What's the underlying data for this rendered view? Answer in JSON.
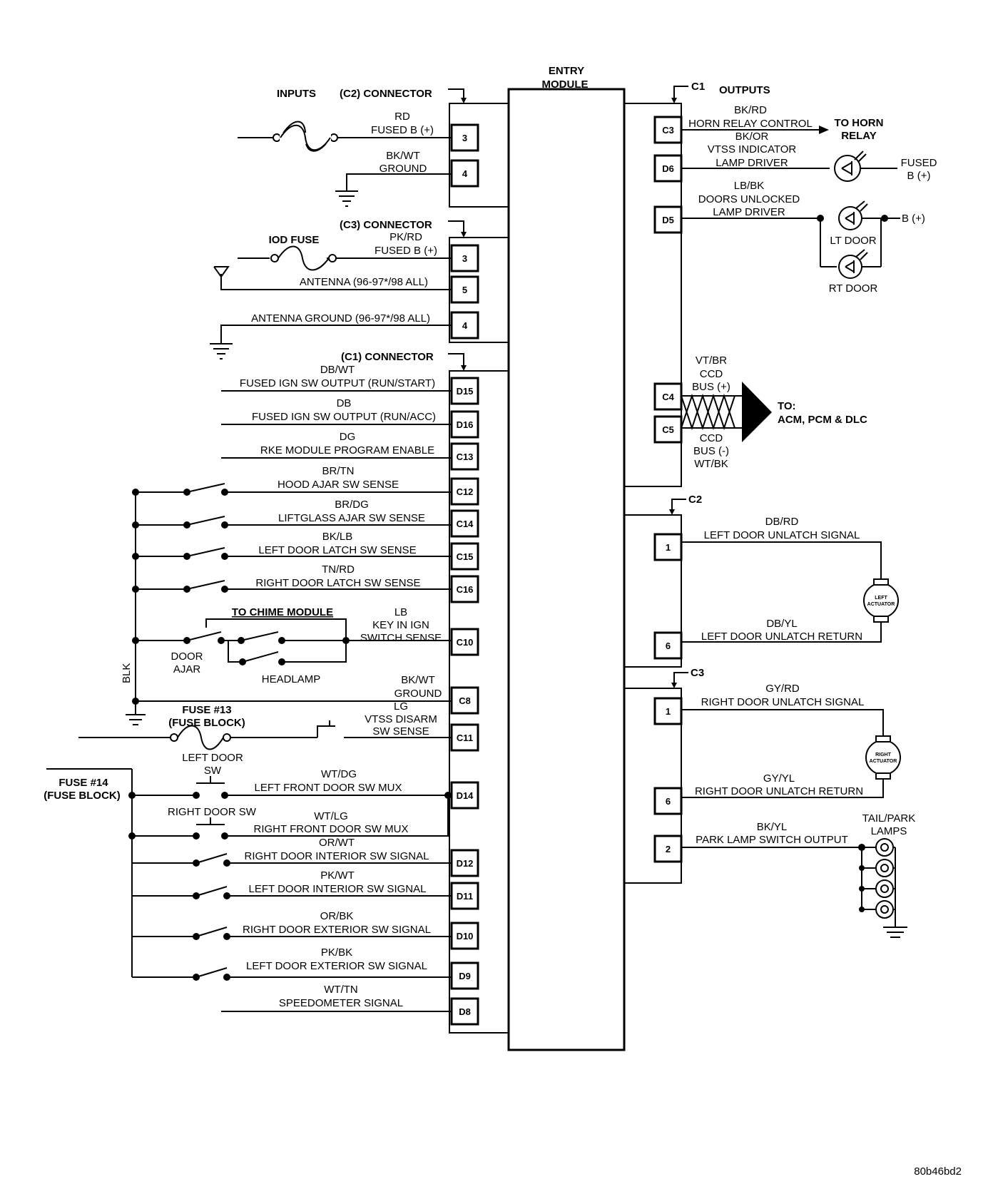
{
  "module": {
    "title_line1": "ENTRY",
    "title_line2": "MODULE"
  },
  "headers": {
    "inputs": "INPUTS",
    "c2_connector": "(C2) CONNECTOR",
    "c3_connector": "(C3) CONNECTOR",
    "c1_connector": "(C1) CONNECTOR",
    "outputs": "OUTPUTS",
    "c1": "C1",
    "c2": "C2",
    "c3": "C3",
    "iod_fuse": "IOD FUSE"
  },
  "inputs_c2": [
    {
      "pin": "3",
      "color": "RD",
      "function": "FUSED B (+)"
    },
    {
      "pin": "4",
      "color": "BK/WT",
      "function": "GROUND"
    }
  ],
  "inputs_c3": [
    {
      "pin": "3",
      "color": "PK/RD",
      "function": "FUSED B (+)"
    },
    {
      "pin": "5",
      "function": "ANTENNA (96-97*/98 ALL)"
    },
    {
      "pin": "4",
      "function": "ANTENNA  GROUND (96-97*/98 ALL)"
    }
  ],
  "inputs_c1": [
    {
      "pin": "D15",
      "color": "DB/WT",
      "function": "FUSED IGN SW OUTPUT (RUN/START)"
    },
    {
      "pin": "D16",
      "color": "DB",
      "function": "FUSED IGN SW OUTPUT (RUN/ACC)"
    },
    {
      "pin": "C13",
      "color": "DG",
      "function": "RKE MODULE PROGRAM ENABLE"
    },
    {
      "pin": "C12",
      "color": "BR/TN",
      "function": "HOOD AJAR SW SENSE"
    },
    {
      "pin": "C14",
      "color": "BR/DG",
      "function": "LIFTGLASS AJAR SW SENSE"
    },
    {
      "pin": "C15",
      "color": "BK/LB",
      "function": "LEFT DOOR LATCH SW SENSE"
    },
    {
      "pin": "C16",
      "color": "TN/RD",
      "function": "RIGHT DOOR LATCH SW SENSE"
    },
    {
      "pin": "C10",
      "color": "LB",
      "function_line1": "KEY IN IGN",
      "function_line2": "SWITCH SENSE"
    },
    {
      "pin": "C8",
      "color": "BK/WT",
      "function": "GROUND"
    },
    {
      "pin": "C11",
      "color": "LG",
      "function_line1": "VTSS DISARM",
      "function_line2": "SW SENSE"
    },
    {
      "pin": "D14",
      "color": "WT/DG",
      "function": "LEFT FRONT DOOR SW MUX"
    },
    {
      "color": "WT/LG",
      "function": "RIGHT FRONT DOOR SW MUX"
    },
    {
      "pin": "D12",
      "color": "OR/WT",
      "function": "RIGHT DOOR INTERIOR SW SIGNAL"
    },
    {
      "pin": "D11",
      "color": "PK/WT",
      "function": "LEFT DOOR INTERIOR SW SIGNAL"
    },
    {
      "pin": "D10",
      "color": "OR/BK",
      "function": "RIGHT DOOR EXTERIOR SW SIGNAL"
    },
    {
      "pin": "D9",
      "color": "PK/BK",
      "function": "LEFT DOOR EXTERIOR SW SIGNAL"
    },
    {
      "pin": "D8",
      "color": "WT/TN",
      "function": "SPEEDOMETER SIGNAL"
    }
  ],
  "left_labels": {
    "to_chime": "TO CHIME MODULE",
    "door_ajar_1": "DOOR",
    "door_ajar_2": "AJAR",
    "headlamp": "HEADLAMP",
    "blk": "BLK",
    "fuse13_1": "FUSE #13",
    "fuse13_2": "(FUSE BLOCK)",
    "left_door_sw_1": "LEFT DOOR",
    "left_door_sw_2": "SW",
    "right_door_sw": "RIGHT DOOR SW",
    "fuse14_1": "FUSE #14",
    "fuse14_2": "(FUSE BLOCK)"
  },
  "outputs_c1": [
    {
      "pin": "C3",
      "color": "BK/RD",
      "function": "HORN RELAY CONTROL"
    },
    {
      "pin": "D6",
      "color": "BK/OR",
      "function_line1": "VTSS INDICATOR",
      "function_line2": "LAMP DRIVER"
    },
    {
      "pin": "D5",
      "color": "LB/BK",
      "function_line1": "DOORS UNLOCKED",
      "function_line2": "LAMP DRIVER"
    }
  ],
  "ccd": {
    "pin_pos": "C4",
    "pin_neg": "C5",
    "color_pos": "VT/BR",
    "label_pos_1": "CCD",
    "label_pos_2": "BUS (+)",
    "label_neg_1": "CCD",
    "label_neg_2": "BUS (-)",
    "color_neg": "WT/BK",
    "to_1": "TO:",
    "to_2": "ACM, PCM & DLC"
  },
  "right_labels": {
    "to_horn_1": "TO HORN",
    "to_horn_2": "RELAY",
    "fused_1": "FUSED",
    "fused_2": "B (+)",
    "bplus": "B (+)",
    "lt_door": "LT DOOR",
    "rt_door": "RT DOOR",
    "left_actuator_1": "LEFT",
    "left_actuator_2": "ACTUATOR",
    "right_actuator_1": "RIGHT",
    "right_actuator_2": "ACTUATOR",
    "tail_park_1": "TAIL/PARK",
    "tail_park_2": "LAMPS"
  },
  "outputs_c2": [
    {
      "pin": "1",
      "color": "DB/RD",
      "function": "LEFT DOOR UNLATCH SIGNAL"
    },
    {
      "pin": "6",
      "color": "DB/YL",
      "function": "LEFT DOOR UNLATCH RETURN"
    }
  ],
  "outputs_c3": [
    {
      "pin": "1",
      "color": "GY/RD",
      "function": "RIGHT DOOR UNLATCH SIGNAL"
    },
    {
      "pin": "6",
      "color": "GY/YL",
      "function": "RIGHT DOOR UNLATCH RETURN"
    },
    {
      "pin": "2",
      "color": "BK/YL",
      "function": "PARK LAMP SWITCH OUTPUT"
    }
  ],
  "figure_id": "80b46bd2"
}
